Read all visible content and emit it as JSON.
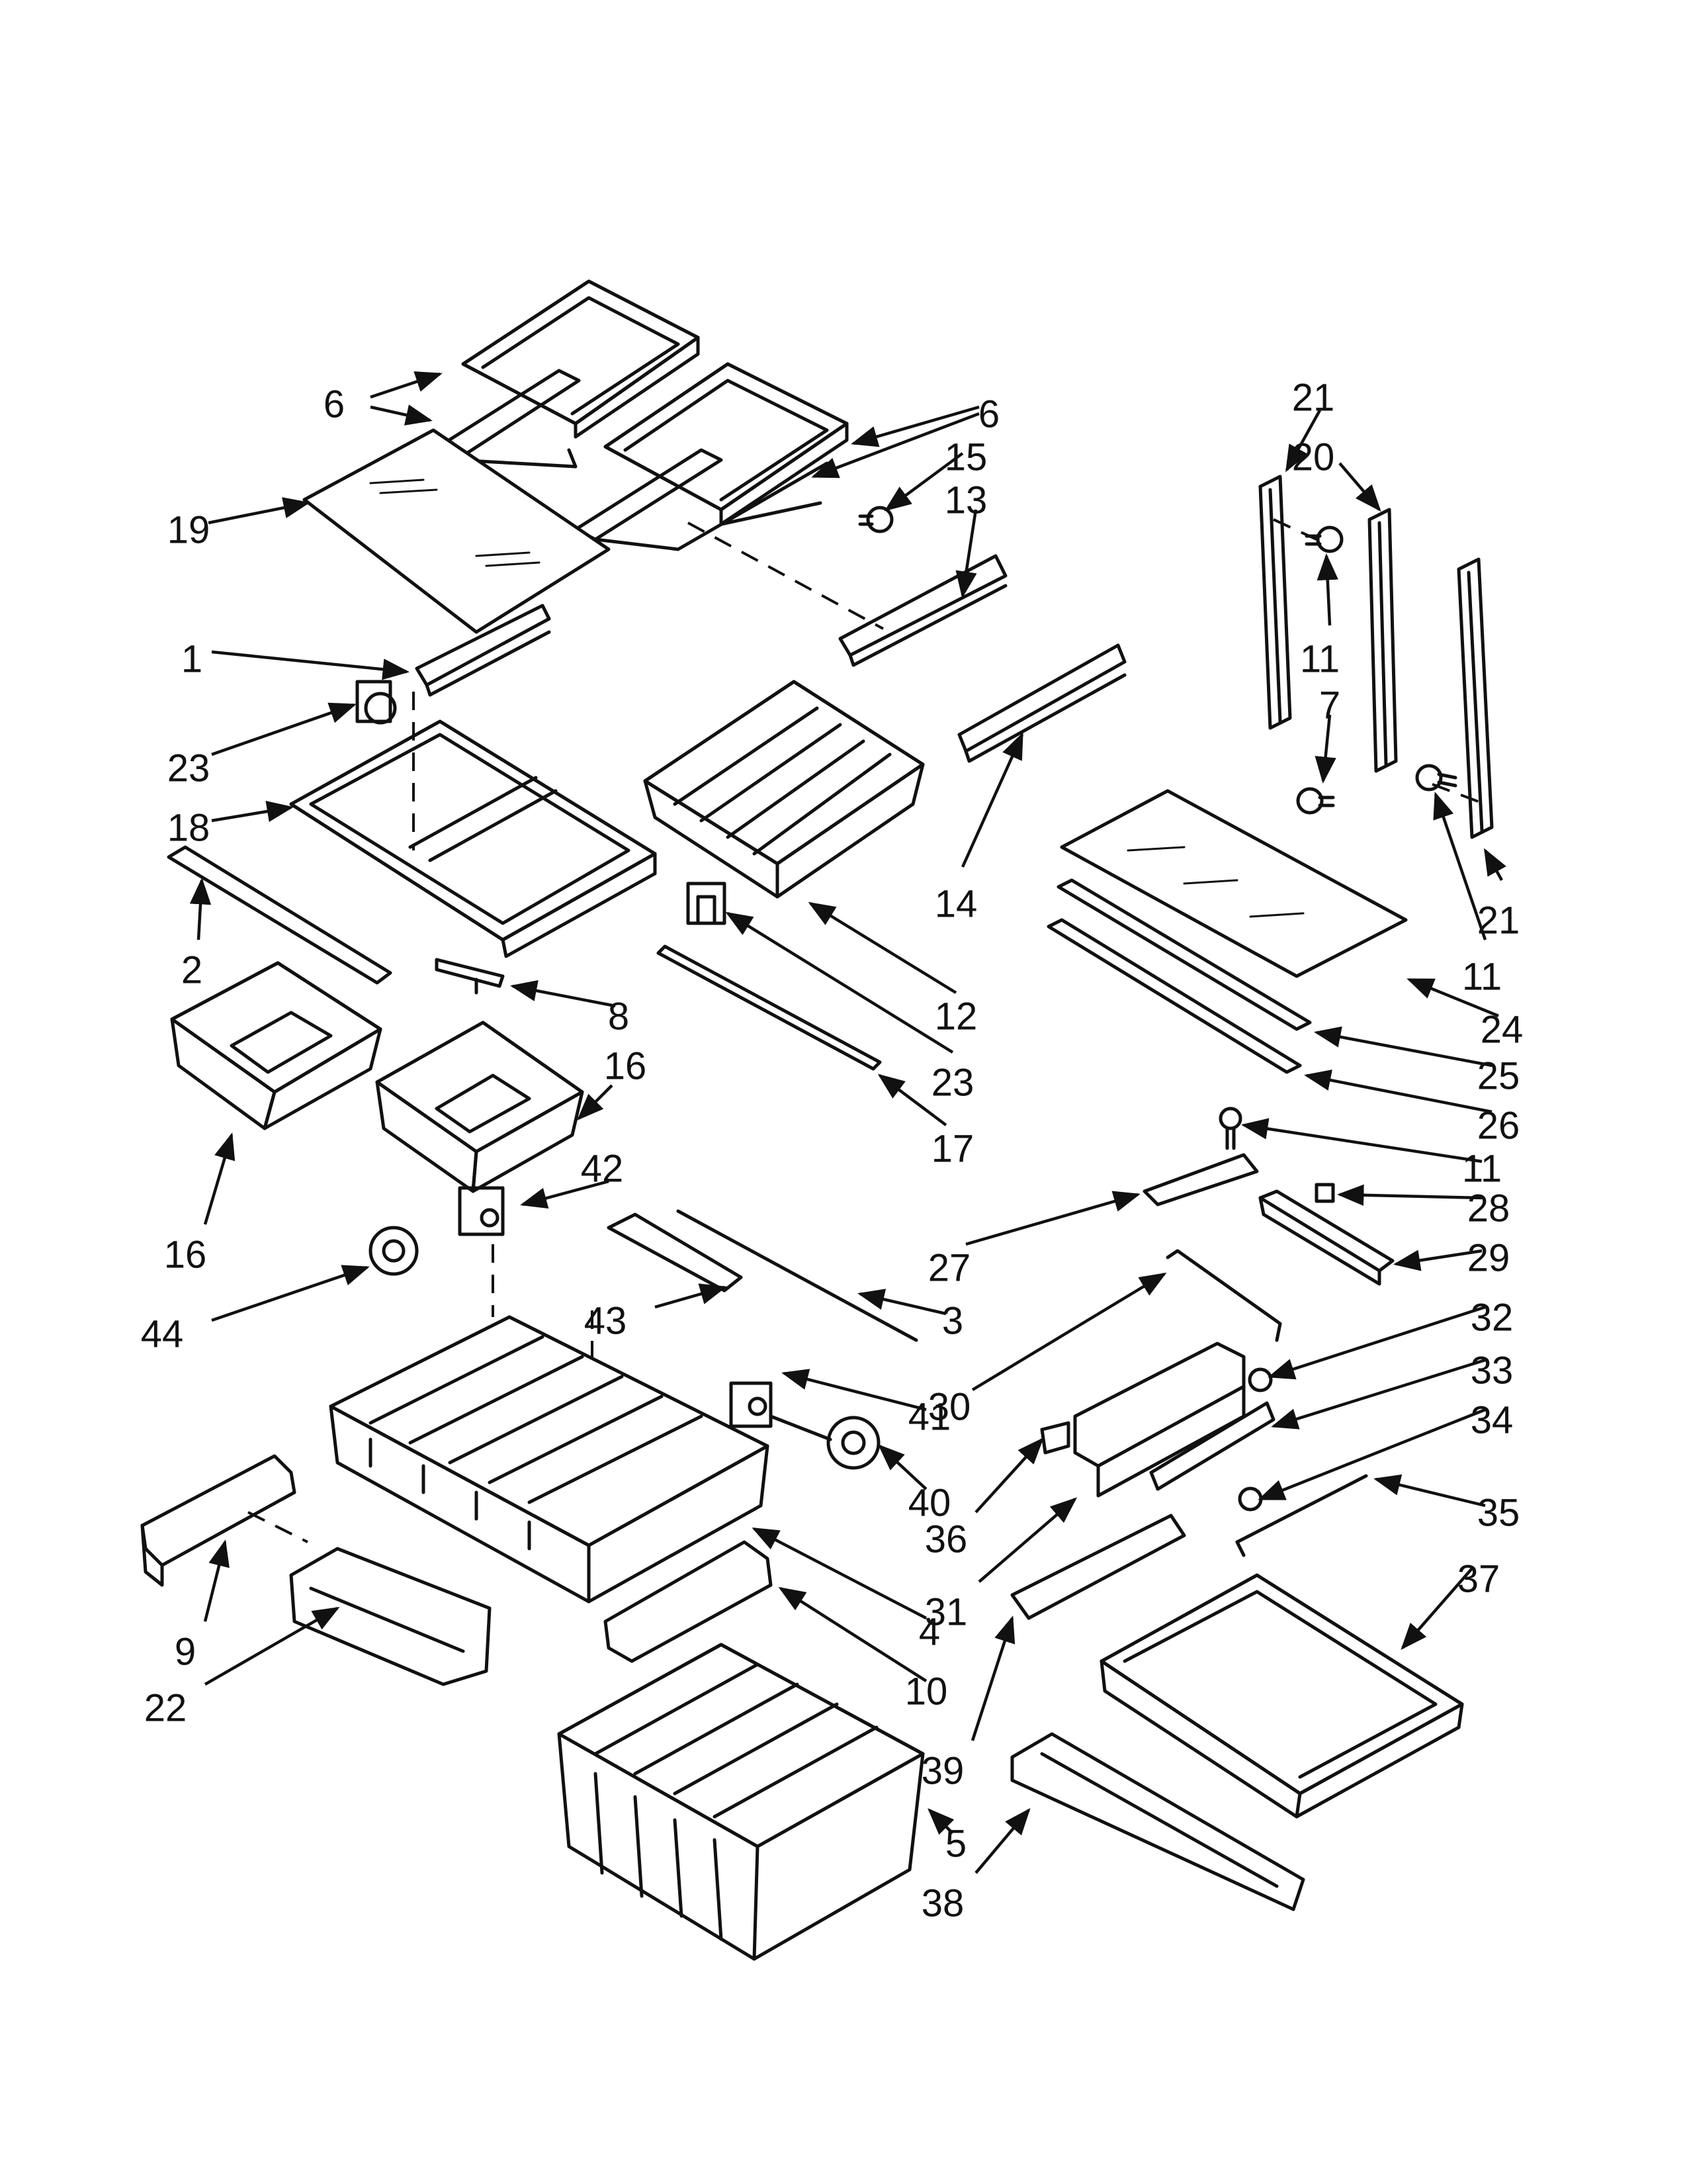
{
  "callouts": [
    "1",
    "2",
    "3",
    "4",
    "5",
    "6",
    "7",
    "8",
    "9",
    "10",
    "11",
    "12",
    "13",
    "14",
    "15",
    "16",
    "17",
    "18",
    "19",
    "20",
    "21",
    "22",
    "23",
    "24",
    "25",
    "26",
    "27",
    "28",
    "29",
    "30",
    "31",
    "32",
    "33",
    "34",
    "35",
    "36",
    "37",
    "38",
    "39",
    "40",
    "41",
    "42",
    "43",
    "44"
  ]
}
